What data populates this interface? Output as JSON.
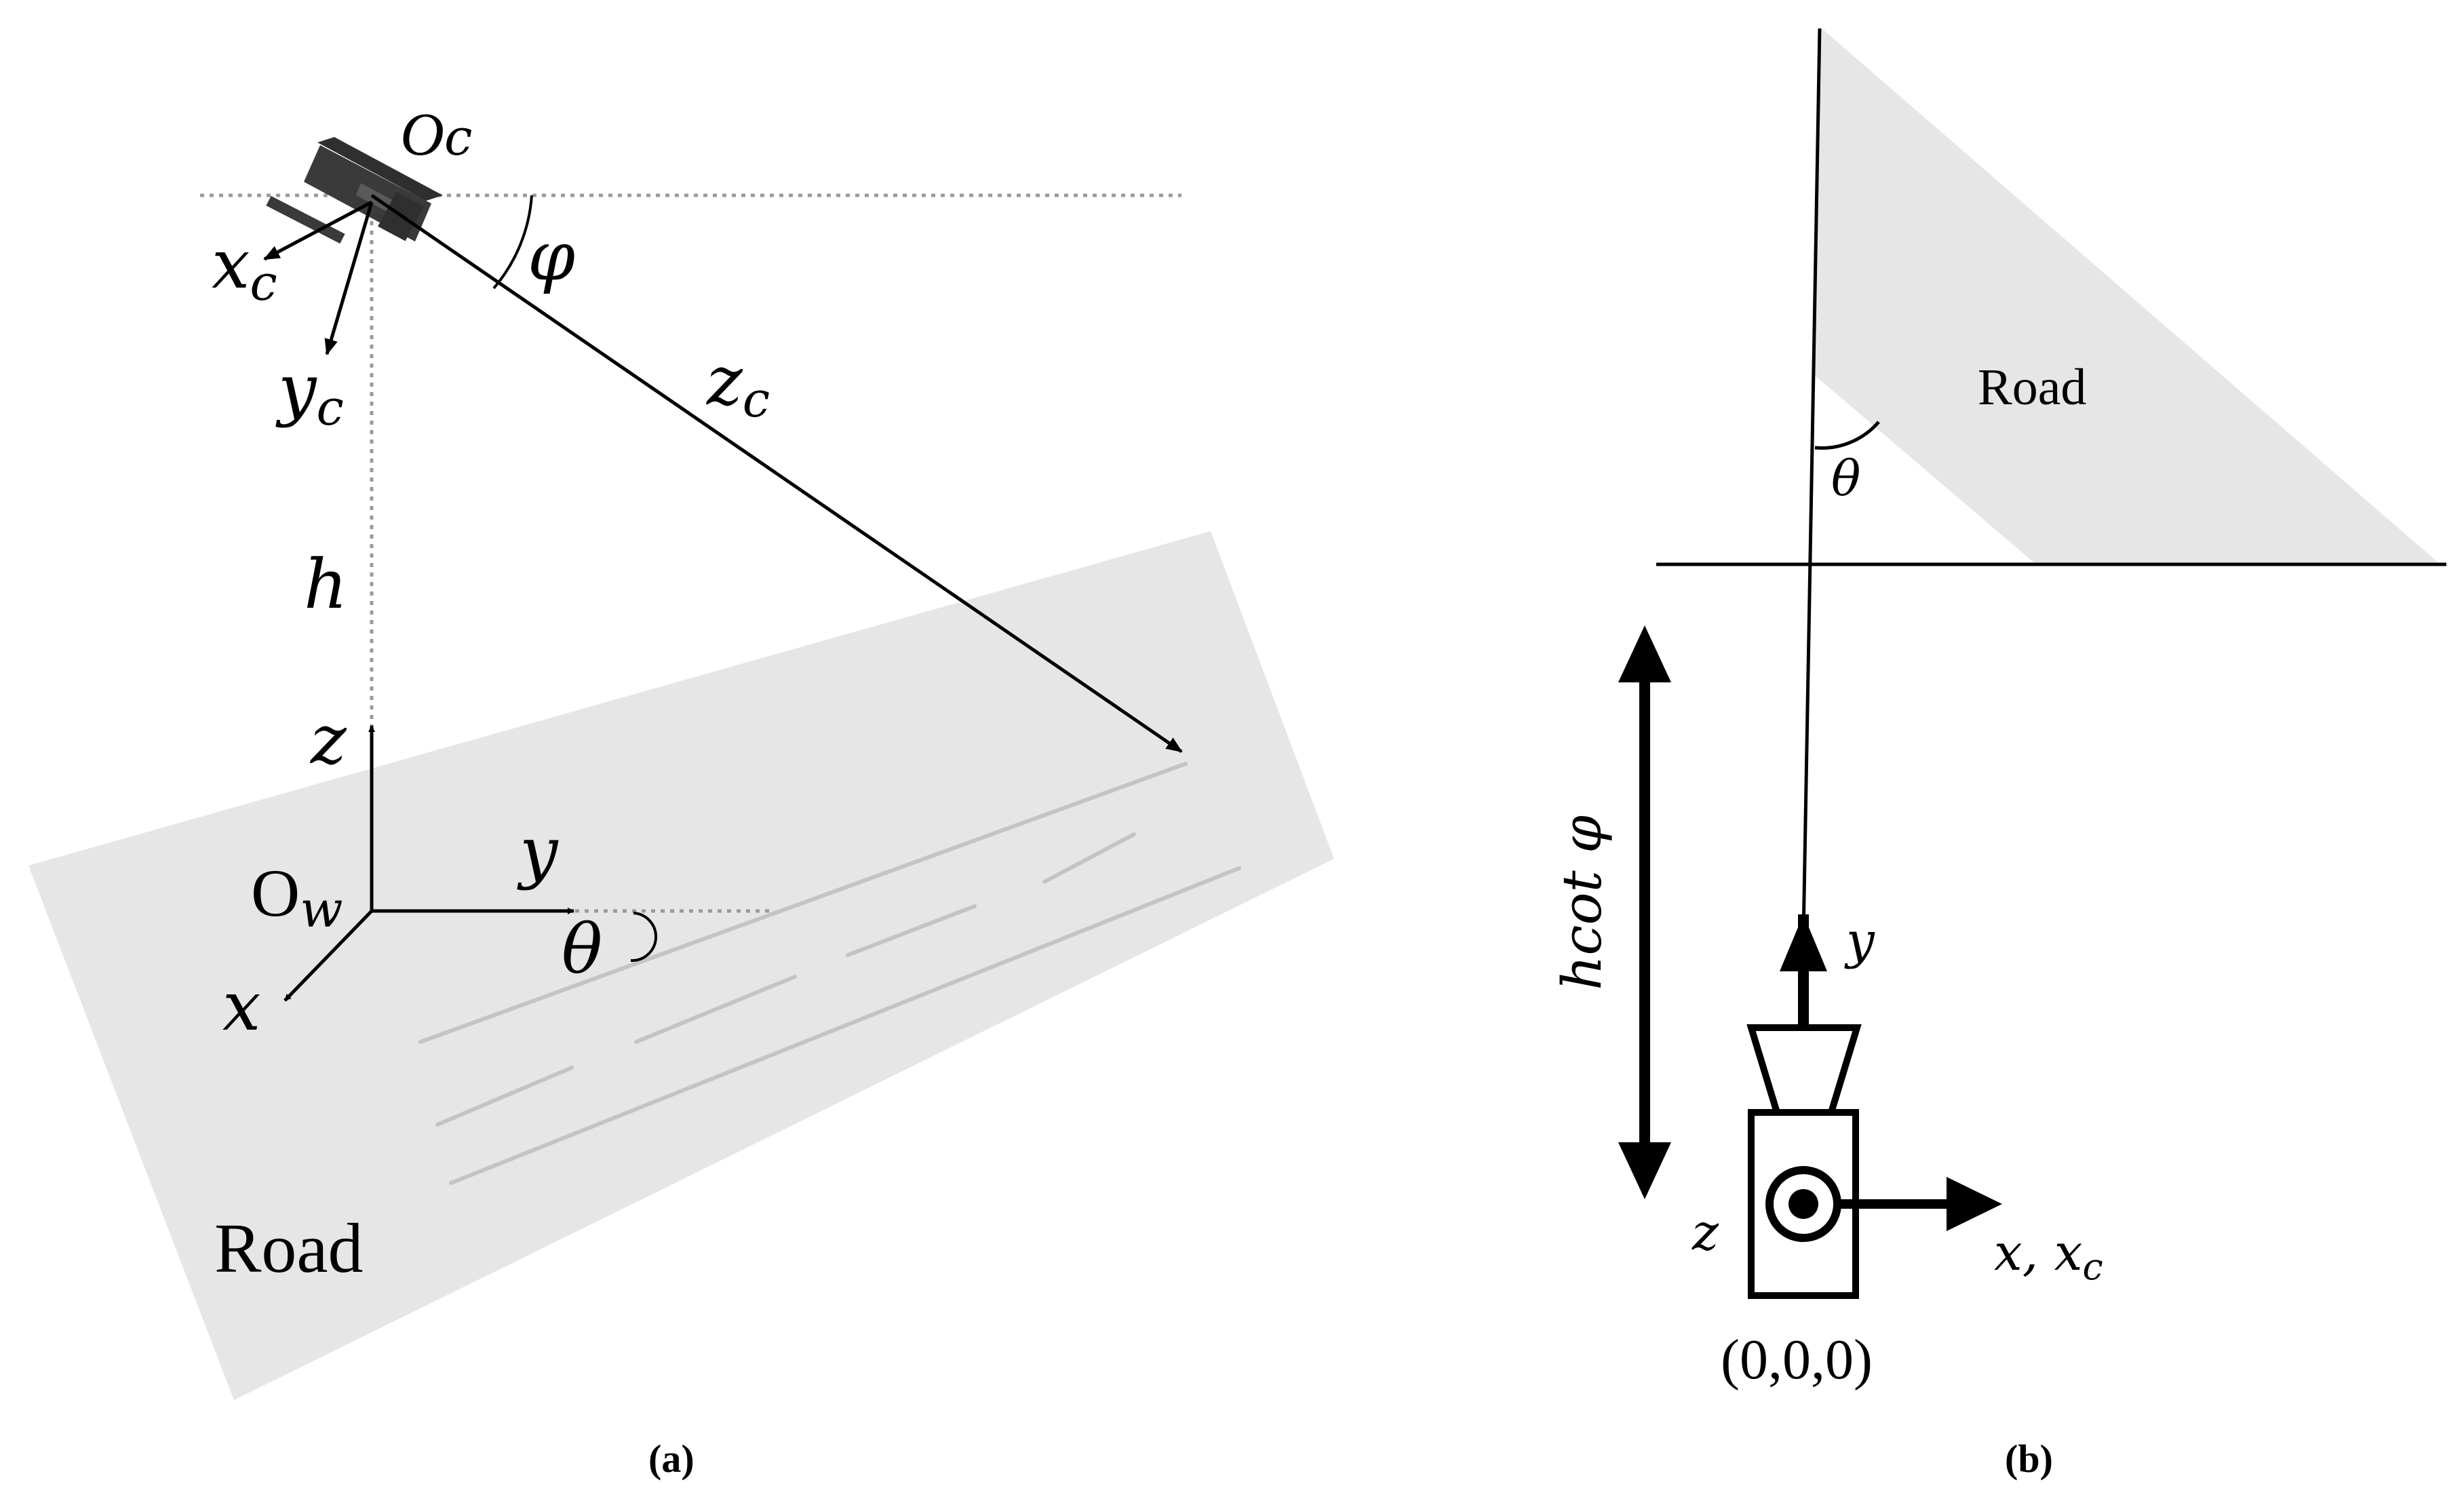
{
  "panel_a": {
    "caption": "(a)",
    "road_label": "Road",
    "camera_origin": {
      "main": "O",
      "sub": "c"
    },
    "world_origin": {
      "main": "O",
      "sub": "w"
    },
    "labels": {
      "phi": "φ",
      "theta": "θ",
      "h": "h",
      "x": "x",
      "y": "y",
      "z": "z",
      "xc": {
        "main": "x",
        "sub": "c"
      },
      "yc": {
        "main": "y",
        "sub": "c"
      },
      "zc": {
        "main": "z",
        "sub": "c"
      }
    },
    "colors": {
      "road": "#e6e6e6",
      "lane": "#c4c4c4",
      "guide": "#9a9a9a",
      "camera": "#3a3a3a"
    }
  },
  "panel_b": {
    "caption": "(b)",
    "road_label": "Road",
    "theta": "θ",
    "y": "y",
    "z": "z",
    "x_xc": {
      "main": "x, x",
      "sub": "c"
    },
    "distance": "hcot φ",
    "origin": "(0,0,0)",
    "colors": {
      "road": "#e6e6e6"
    }
  }
}
